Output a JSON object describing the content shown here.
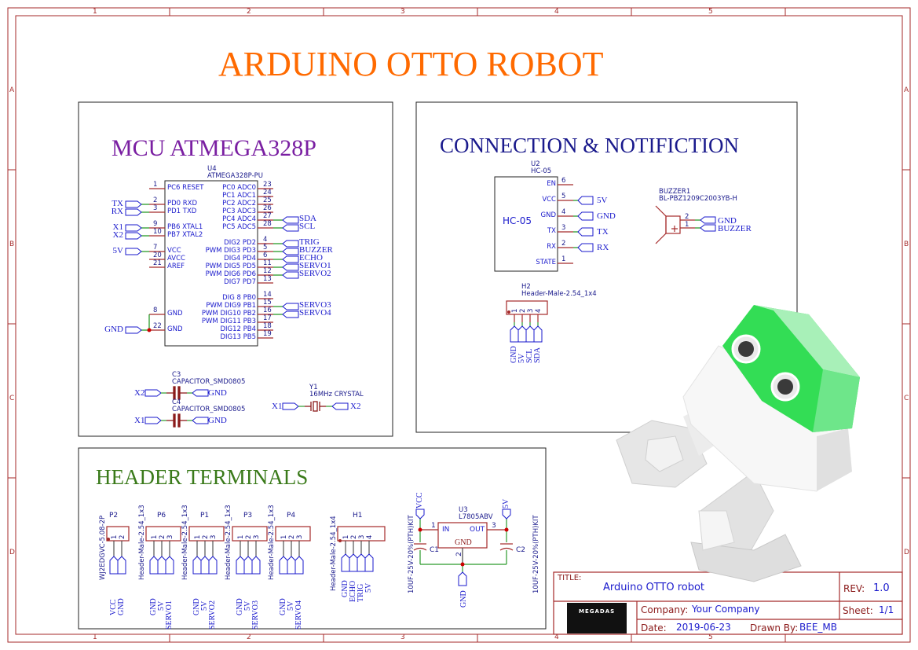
{
  "frame": {
    "columns": [
      "1",
      "2",
      "3",
      "4",
      "5"
    ],
    "rows": [
      "A",
      "B",
      "C",
      "D"
    ],
    "border_color": "#a52a2a"
  },
  "title": {
    "text": "ARDUINO OTTO ROBOT",
    "color": "#ff6a00"
  },
  "mcu_section": {
    "heading": "MCU ATMEGA328P",
    "heading_color": "#7a1fa2",
    "ref": "U4",
    "part": "ATMEGA328P-PU",
    "left_pins": [
      {
        "num": "1",
        "name": "PC6 RESET",
        "net": ""
      },
      {
        "num": "2",
        "name": "PD0 RXD",
        "net": "TX"
      },
      {
        "num": "3",
        "name": "PD1 TXD",
        "net": "RX"
      },
      {
        "num": "9",
        "name": "PB6 XTAL1",
        "net": "X1"
      },
      {
        "num": "10",
        "name": "PB7 XTAL2",
        "net": "X2"
      },
      {
        "num": "7",
        "name": "VCC",
        "net": "5V"
      },
      {
        "num": "20",
        "name": "AVCC",
        "net": ""
      },
      {
        "num": "21",
        "name": "AREF",
        "net": ""
      },
      {
        "num": "8",
        "name": "GND",
        "net": ""
      },
      {
        "num": "22",
        "name": "GND",
        "net": "GND"
      }
    ],
    "right_pins": [
      {
        "num": "23",
        "name": "PC0 ADC0",
        "net": ""
      },
      {
        "num": "24",
        "name": "PC1 ADC1",
        "net": ""
      },
      {
        "num": "25",
        "name": "PC2 ADC2",
        "net": ""
      },
      {
        "num": "26",
        "name": "PC3 ADC3",
        "net": ""
      },
      {
        "num": "27",
        "name": "PC4 ADC4",
        "net": "SDA"
      },
      {
        "num": "28",
        "name": "PC5 ADC5",
        "net": "SCL"
      },
      {
        "num": "4",
        "name": "DIG2 PD2",
        "net": "TRIG"
      },
      {
        "num": "5",
        "name": "PWM DIG3 PD3",
        "net": "BUZZER"
      },
      {
        "num": "6",
        "name": "DIG4 PD4",
        "net": "ECHO"
      },
      {
        "num": "11",
        "name": "PWM DIG5 PD5",
        "net": "SERVO1"
      },
      {
        "num": "12",
        "name": "PWM DIG6 PD6",
        "net": "SERVO2"
      },
      {
        "num": "13",
        "name": "DIG7 PD7",
        "net": ""
      },
      {
        "num": "14",
        "name": "DIG 8 PB0",
        "net": ""
      },
      {
        "num": "15",
        "name": "PWM DIG9 PB1",
        "net": "SERVO3"
      },
      {
        "num": "16",
        "name": "PWM DIG10 PB2",
        "net": "SERVO4"
      },
      {
        "num": "17",
        "name": "PWM DIG11 PB3",
        "net": ""
      },
      {
        "num": "18",
        "name": "DIG12 PB4",
        "net": ""
      },
      {
        "num": "19",
        "name": "DIG13 PB5",
        "net": ""
      }
    ],
    "c3": {
      "ref": "C3",
      "part": "CAPACITOR_SMD0805",
      "left": "X2",
      "right": "GND"
    },
    "c4": {
      "ref": "C4",
      "part": "CAPACITOR_SMD0805",
      "left": "X1",
      "right": "GND"
    },
    "y1": {
      "ref": "Y1",
      "part": "16MHz CRYSTAL",
      "left": "X1",
      "right": "X2"
    }
  },
  "connection_section": {
    "heading": "CONNECTION & NOTIFICTION",
    "heading_color": "#1a1a8c",
    "u2": {
      "ref": "U2",
      "part": "HC-05",
      "body_label": "HC-05",
      "pins": [
        {
          "num": "6",
          "name": "EN",
          "net": ""
        },
        {
          "num": "5",
          "name": "VCC",
          "net": "5V"
        },
        {
          "num": "4",
          "name": "GND",
          "net": "GND"
        },
        {
          "num": "3",
          "name": "TX",
          "net": "TX"
        },
        {
          "num": "2",
          "name": "RX",
          "net": "RX"
        },
        {
          "num": "1",
          "name": "STATE",
          "net": ""
        }
      ]
    },
    "buzzer": {
      "ref": "BUZZER1",
      "part": "BL-PBZ1209C2003YB-H",
      "pins": [
        {
          "num": "2",
          "net": "GND"
        },
        {
          "num": "1",
          "net": "BUZZER"
        }
      ],
      "plus": "+"
    },
    "h2": {
      "ref": "H2",
      "part": "Header-Male-2.54_1x4",
      "pins": [
        "1",
        "2",
        "3",
        "4"
      ],
      "nets": [
        "GND",
        "5V",
        "SCL",
        "SDA"
      ]
    }
  },
  "header_section": {
    "heading": "HEADER TERMINALS",
    "heading_color": "#3a7a1a",
    "connectors": [
      {
        "ref": "P2",
        "part": "WJ2EDGVC-5.08-2P",
        "pins": [
          "1",
          "2"
        ],
        "nets": [
          "VCC",
          "GND"
        ]
      },
      {
        "ref": "P6",
        "part": "Header-Male-2.54_1x3",
        "pins": [
          "1",
          "2",
          "3"
        ],
        "nets": [
          "GND",
          "5V",
          "SERVO1"
        ]
      },
      {
        "ref": "P1",
        "part": "Header-Male-2.54_1x3",
        "pins": [
          "1",
          "2",
          "3"
        ],
        "nets": [
          "GND",
          "5V",
          "SERVO2"
        ]
      },
      {
        "ref": "P3",
        "part": "Header-Male-2.54_1x3",
        "pins": [
          "1",
          "2",
          "3"
        ],
        "nets": [
          "GND",
          "5V",
          "SERVO3"
        ]
      },
      {
        "ref": "P4",
        "part": "Header-Male-2.54_1x3",
        "pins": [
          "1",
          "2",
          "3"
        ],
        "nets": [
          "GND",
          "5V",
          "SERVO4"
        ]
      },
      {
        "ref": "H1",
        "part": "Header-Male-2.54_1x4",
        "pins": [
          "1",
          "2",
          "3",
          "4"
        ],
        "nets": [
          "GND",
          "ECHO",
          "TRIG",
          "5V"
        ]
      }
    ],
    "regulator": {
      "ref": "U3",
      "part": "L7805ABV",
      "in_label": "IN",
      "out_label": "OUT",
      "gnd_label": "GND",
      "pin_in": "1",
      "pin_out": "3",
      "pin_gnd": "2",
      "vin_net": "VCC",
      "vout_net": "5V",
      "gnd_net": "GND",
      "c1": {
        "ref": "C1",
        "part": "10UF-25V-20%(PTH)KIT"
      },
      "c2": {
        "ref": "C2",
        "part": "10UF-25V-20%(PTH)KIT"
      }
    }
  },
  "title_block": {
    "title_label": "TITLE:",
    "title_value": "Arduino OTTO robot",
    "rev_label": "REV:",
    "rev_value": "1.0",
    "company_label": "Company:",
    "company_value": "Your Company",
    "sheet_label": "Sheet:",
    "sheet_value": "1/1",
    "date_label": "Date:",
    "date_value": "2019-06-23",
    "drawn_label": "Drawn By:",
    "drawn_value": "BEE_MB",
    "logo_text": "MEGADAS"
  }
}
